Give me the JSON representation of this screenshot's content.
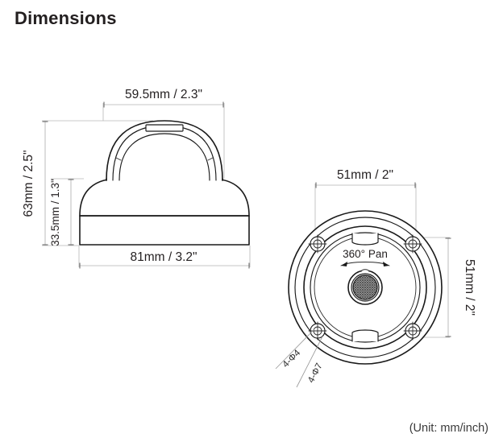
{
  "page": {
    "title": "Dimensions",
    "unit_note": "(Unit: mm/inch)",
    "background_color": "#ffffff",
    "ink_color": "#231f20",
    "dimension_line_color": "#b0b0b0"
  },
  "side_view": {
    "name": "dome-camera-side-elevation",
    "dimensions": {
      "top_width": "59.5mm / 2.3\"",
      "total_height": "63mm / 2.5\"",
      "base_height": "33.5mm / 1.3\"",
      "base_width": "81mm / 3.2\""
    }
  },
  "bottom_view": {
    "name": "dome-camera-bottom-plan",
    "dimensions": {
      "width": "51mm / 2\"",
      "height": "51mm / 2\""
    },
    "annotations": {
      "pan_label": "360° Pan",
      "hole_callout_small": "4-Φ4",
      "hole_callout_large": "4-Φ7"
    },
    "features": {
      "screw_hole_count": 4,
      "tab_notch_count": 2,
      "lens_hatch": true
    }
  }
}
